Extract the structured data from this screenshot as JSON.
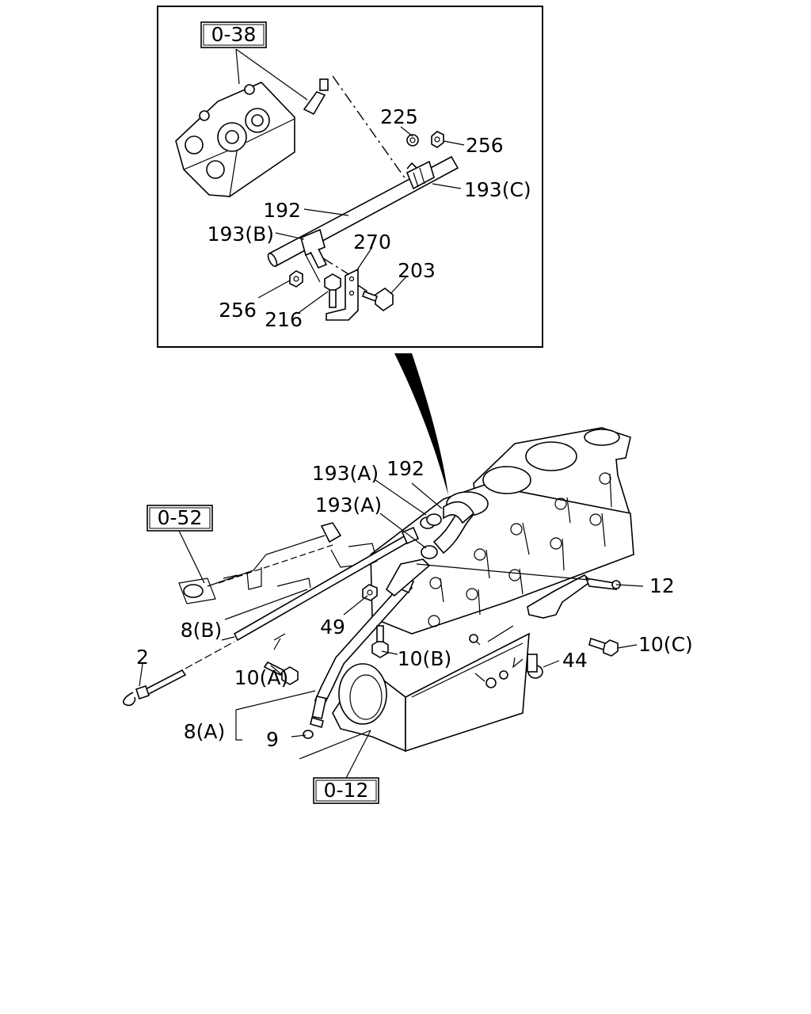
{
  "ref_boxes": {
    "r038": "0-38",
    "r052": "0-52",
    "r012": "0-12"
  },
  "inset_labels": {
    "p225": "225",
    "p256a": "256",
    "p193c": "193(C)",
    "p192": "192",
    "p193b": "193(B)",
    "p270": "270",
    "p203": "203",
    "p256b": "256",
    "p216": "216"
  },
  "main_labels": {
    "p193a1": "193(A)",
    "p192m": "192",
    "p193a2": "193(A)",
    "p12": "12",
    "p8b": "8(B)",
    "p49": "49",
    "p2": "2",
    "p10a": "10(A)",
    "p10b": "10(B)",
    "p10c": "10(C)",
    "p44": "44",
    "p8a": "8(A)",
    "p9": "9"
  }
}
